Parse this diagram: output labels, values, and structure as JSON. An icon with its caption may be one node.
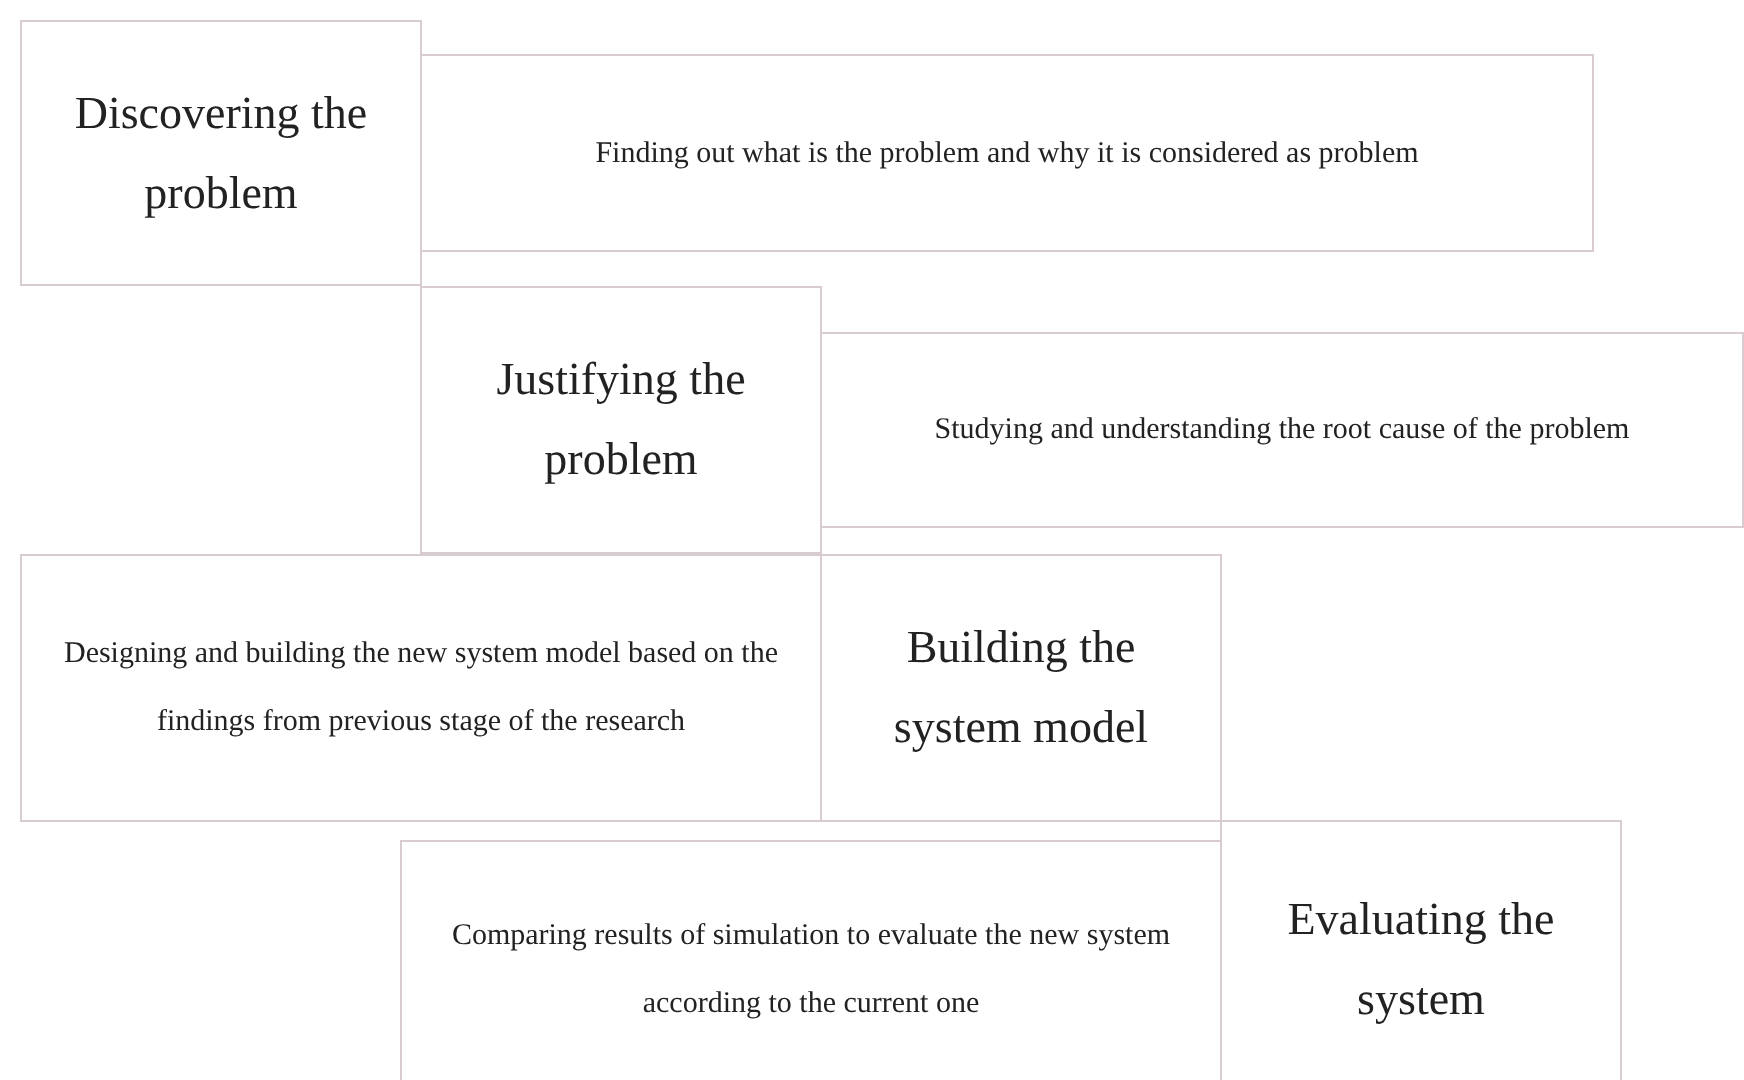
{
  "diagram": {
    "nodes": [
      {
        "text": [
          "Discovering the problem"
        ]
      },
      {
        "text": [
          "Finding out what is the problem and why it is considered as problem"
        ]
      },
      {
        "text": [
          "Justifying the problem"
        ]
      },
      {
        "text": [
          "Studying and understanding the root cause of the problem"
        ]
      },
      {
        "text": [
          "Designing and building the new system model based on the findings from previous stage of the research"
        ]
      },
      {
        "text": [
          "Building the system model"
        ]
      },
      {
        "text": [
          "Comparing results of simulation to evaluate the new system according to the current one"
        ]
      },
      {
        "text": [
          "Evaluating the system"
        ]
      }
    ]
  }
}
